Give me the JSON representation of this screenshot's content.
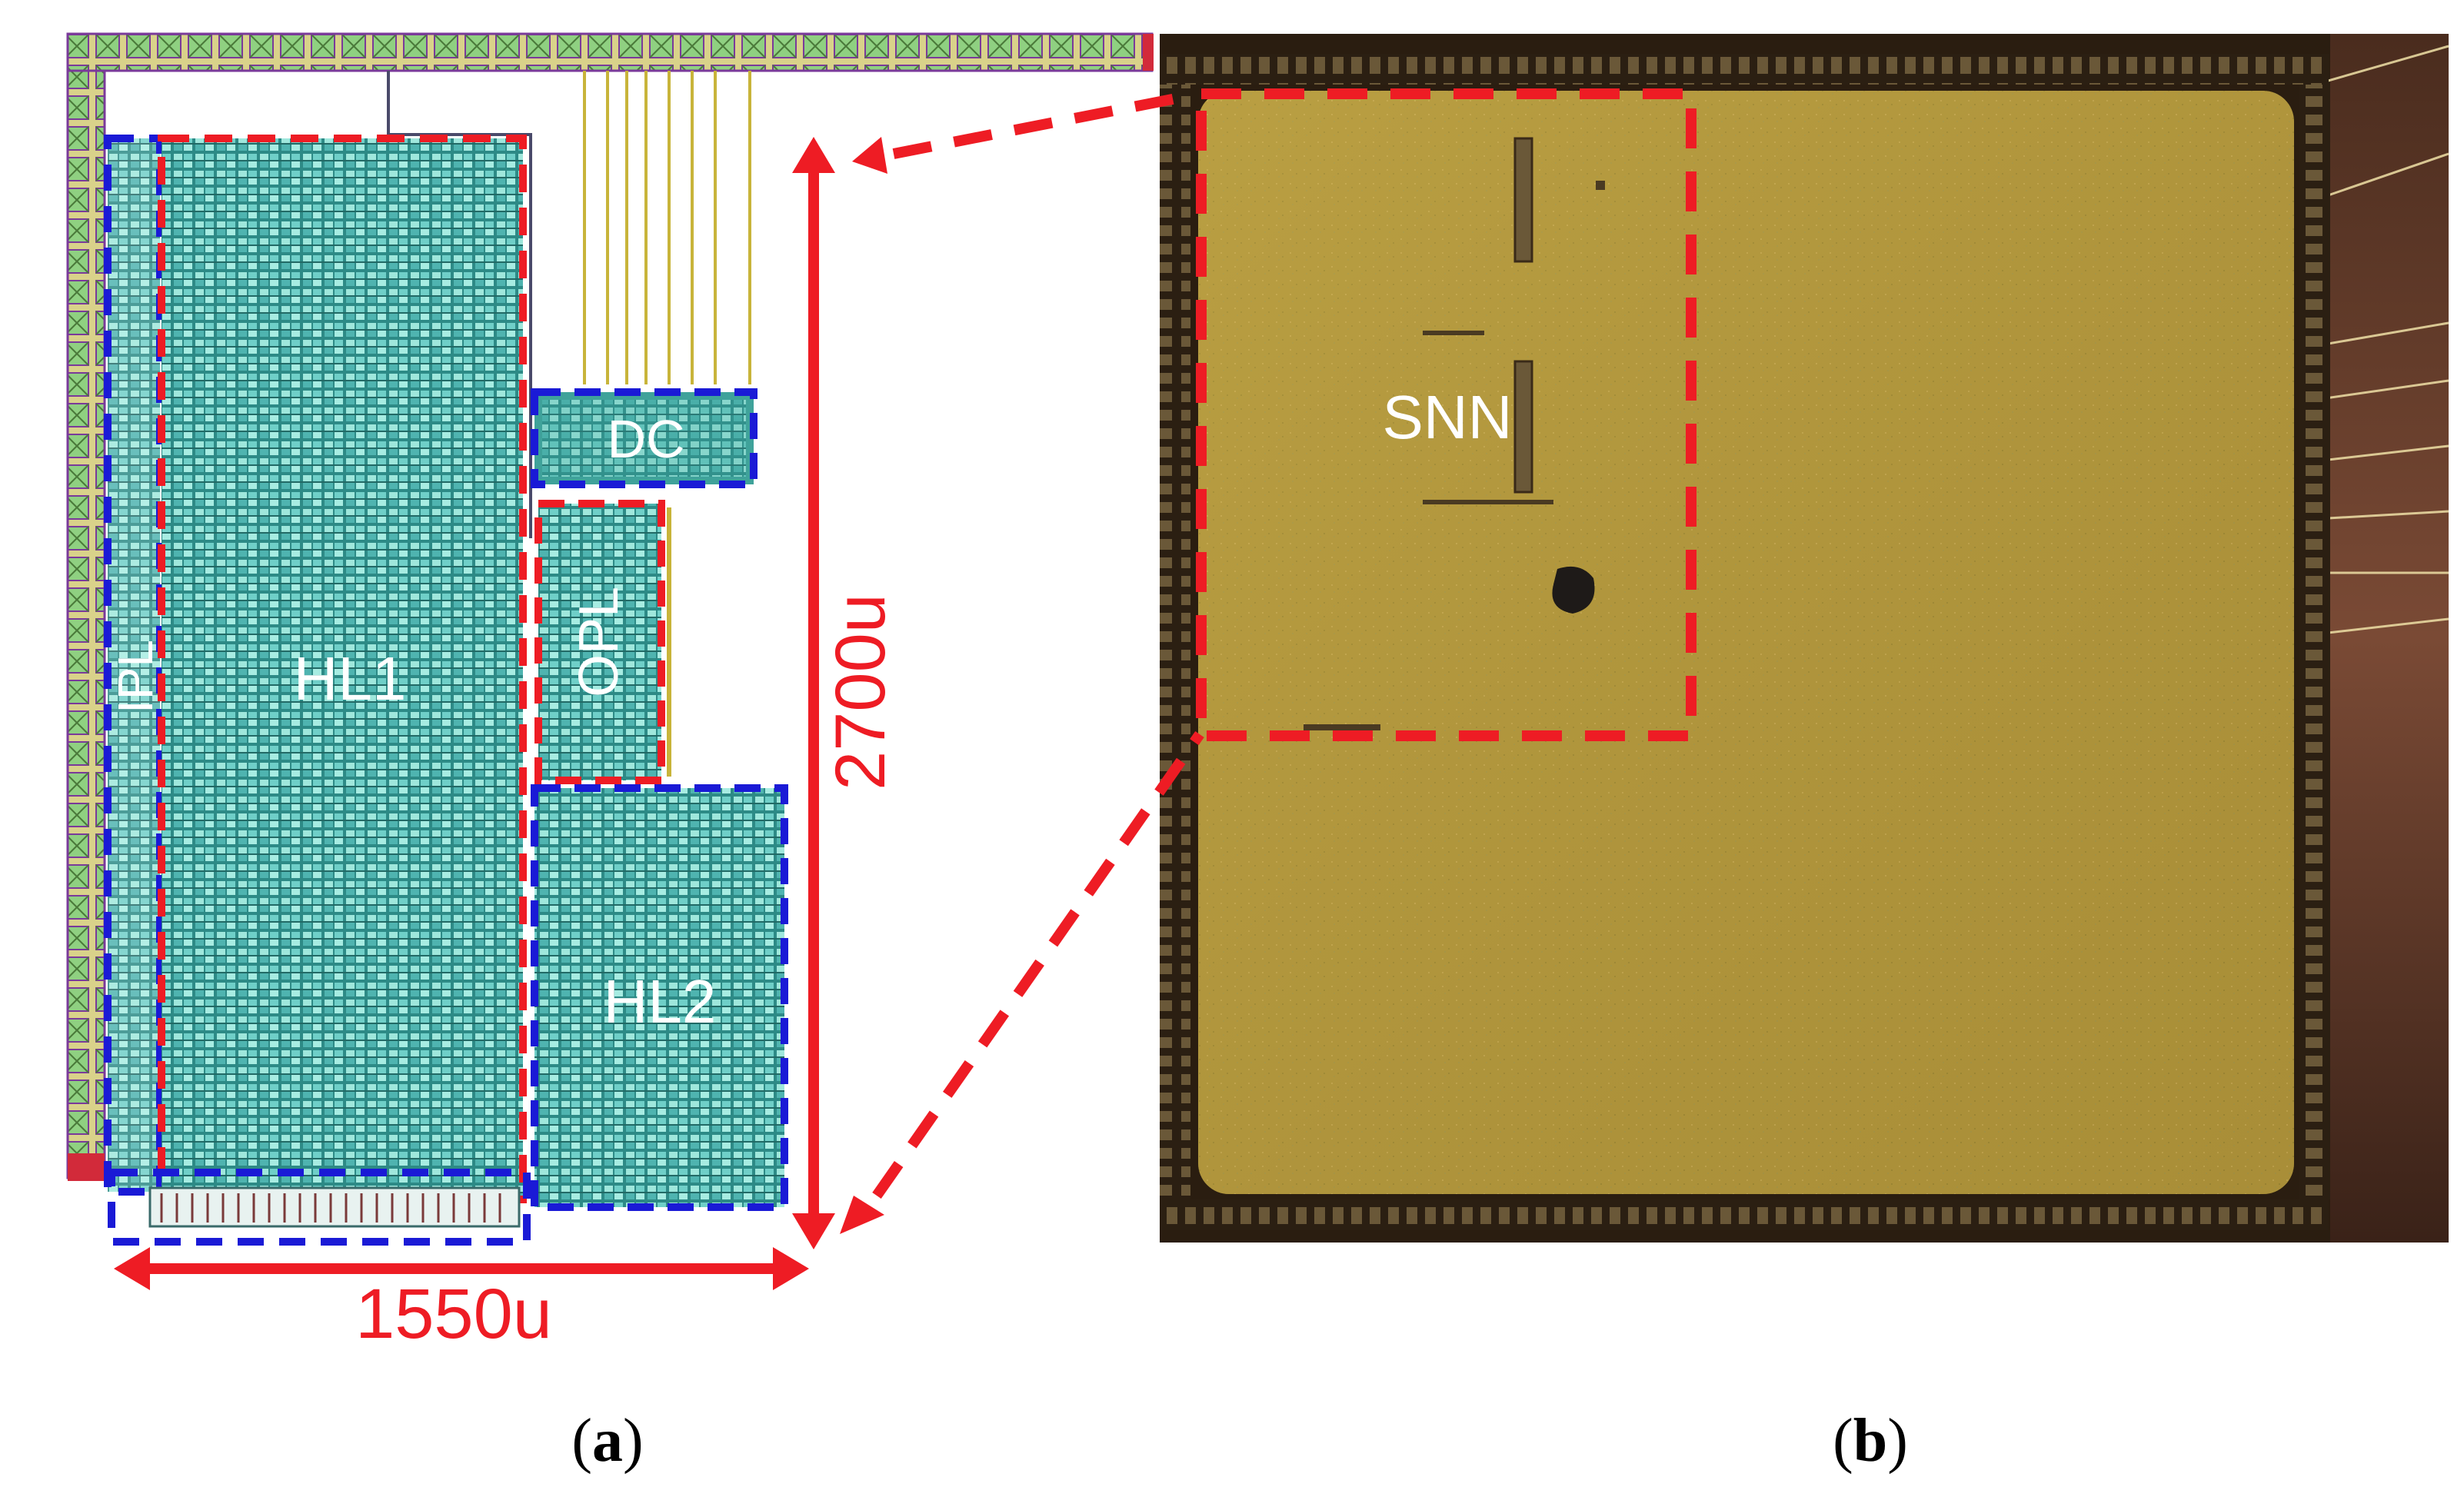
{
  "layout_panel": {
    "blocks": [
      "IPL",
      "HL1",
      "DC",
      "OPL",
      "HL2"
    ],
    "width_label": "1550u",
    "height_label": "2700u"
  },
  "photo_panel": {
    "region_label": "SNN"
  },
  "captions": {
    "a_open": "(",
    "a_letter": "a",
    "a_close": ")",
    "b_open": "(",
    "b_letter": "b",
    "b_close": ")"
  },
  "colors": {
    "red_marker": "#ee1c24",
    "blue_marker": "#1a1ad6",
    "layout_fill": "#2f8c8a",
    "die_fill": "#b59a3a",
    "die_border": "#2a1d10"
  }
}
